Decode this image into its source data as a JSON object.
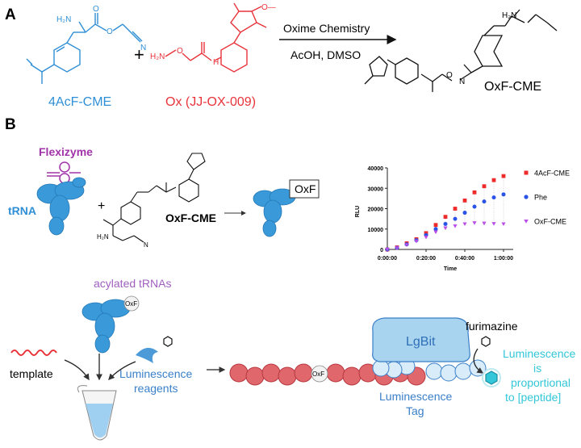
{
  "panel_a": {
    "label": "A",
    "reactant1": "4AcF-CME",
    "reactant2": "Ox (JJ-OX-009)",
    "plus": "+",
    "arrow_top": "Oxime Chemistry",
    "arrow_bottom": "AcOH, DMSO",
    "product": "OxF-CME",
    "atoms": {
      "h2n": "H₂N",
      "o": "O",
      "n": "N",
      "h": "H",
      "ome": "O—"
    }
  },
  "panel_b": {
    "label": "B",
    "flexizyme": "Flexizyme",
    "trna": "tRNA",
    "plus": "+",
    "substrate": "OxF-CME",
    "oxf_tag": "OxF",
    "acylated": "acylated tRNAs",
    "oxf_small": "OxF",
    "template": "template",
    "reagents": "Luminescence\nreagents",
    "lgbit": "LgBit",
    "tag": "Luminescence\nTag",
    "furimazine": "furimazine",
    "result": "Luminescence\nis\nproportional\nto [peptide]"
  },
  "colors": {
    "blue_mol": "#2f8fd6",
    "red_mol": "#e8333a",
    "trna": "#3a9ad9",
    "flexizyme": "#a033a8",
    "cyan": "#33c7d9",
    "bead_red": "#e0676c",
    "bead_blue": "#d9ecfa",
    "lgbit": "#a9d4ef",
    "reagent_blue": "#3a7fc8",
    "chart_red": "#ee2b2b",
    "chart_blue": "#2b53e6",
    "chart_purple": "#b94fe6"
  },
  "chart_data": {
    "type": "scatter",
    "title": "",
    "xlabel": "Time",
    "ylabel": "RLU",
    "x_ticks": [
      "0:00:00",
      "0:20:00",
      "0:40:00",
      "1:00:00"
    ],
    "x_minutes": [
      0,
      5,
      10,
      15,
      20,
      25,
      30,
      35,
      40,
      45,
      50,
      55,
      60
    ],
    "xlim_minutes": [
      0,
      65
    ],
    "ylim": [
      0,
      40000
    ],
    "y_ticks": [
      0,
      10000,
      20000,
      30000,
      40000
    ],
    "legend_position": "right",
    "series": [
      {
        "name": "4AcF-CME",
        "marker": "square",
        "color": "#ee2b2b",
        "values": [
          0,
          1000,
          3000,
          5000,
          8000,
          12000,
          16000,
          20000,
          24000,
          28000,
          31000,
          34000,
          36000
        ]
      },
      {
        "name": "Phe",
        "marker": "circle",
        "color": "#2b53e6",
        "values": [
          0,
          800,
          2500,
          4500,
          7000,
          10000,
          12500,
          15000,
          18000,
          21000,
          23500,
          25500,
          27000
        ]
      },
      {
        "name": "OxF-CME",
        "marker": "triangle",
        "color": "#b94fe6",
        "values": [
          0,
          700,
          2200,
          4000,
          6000,
          8500,
          10500,
          11500,
          12500,
          13000,
          12800,
          12600,
          12500
        ]
      }
    ]
  }
}
